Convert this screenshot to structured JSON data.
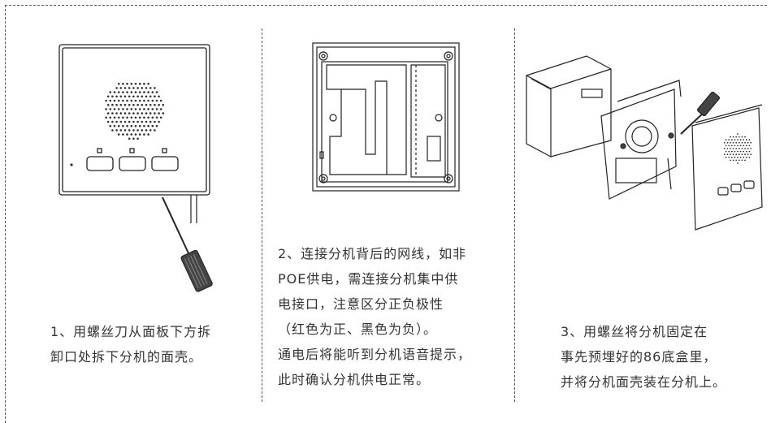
{
  "steps": [
    {
      "lines": [
        "1、用螺丝刀从面板下方拆",
        "卸口处拆下分机的面壳。"
      ]
    },
    {
      "lines": [
        "2、连接分机背后的网线，如非",
        "POE供电，需连接分机集中供",
        "电接口，注意区分正负极性",
        "（红色为正、黑色为负）。",
        "通电后将能听到分机语音提示，",
        "此时确认分机供电正常。"
      ]
    },
    {
      "lines": [
        "3、用螺丝将分机固定在",
        "事先预埋好的86底盒里，",
        "并将分机面壳装在分机上。"
      ]
    }
  ]
}
